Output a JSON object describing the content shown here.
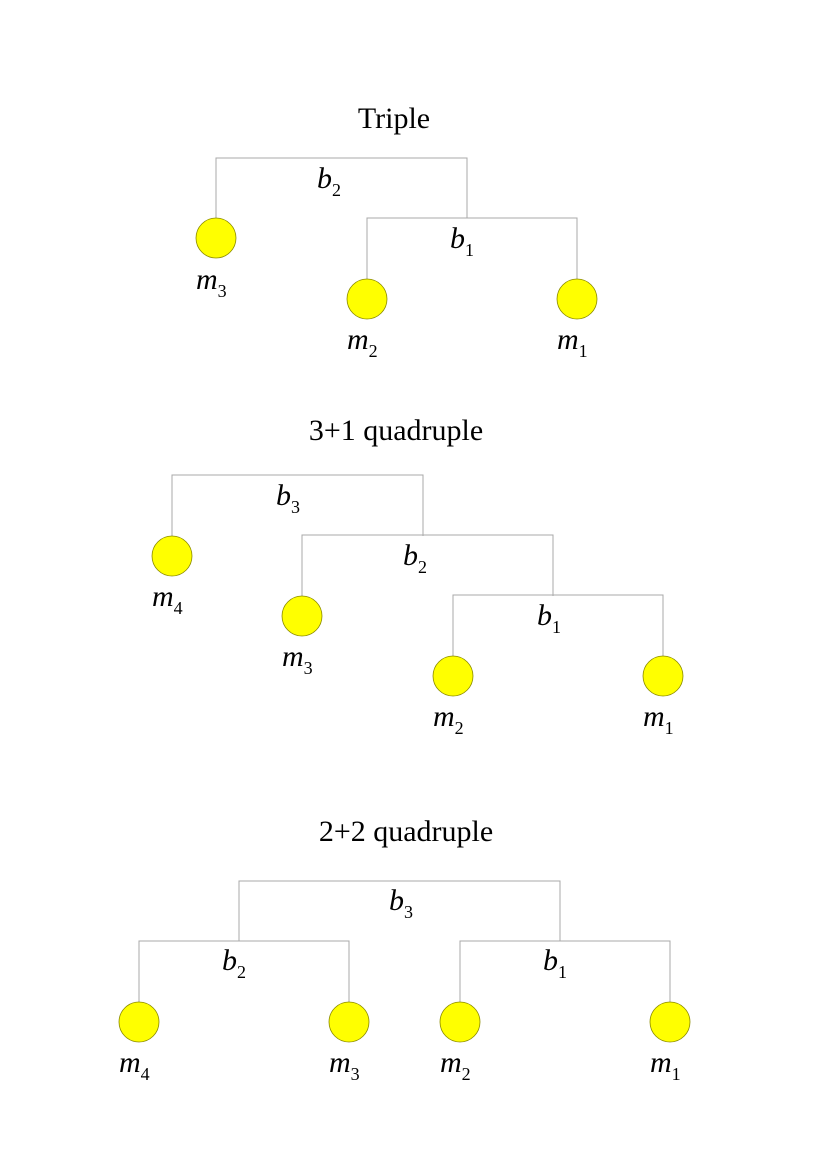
{
  "diagrams": [
    {
      "title": "Triple",
      "binaries": [
        {
          "base": "b",
          "sub": "2"
        },
        {
          "base": "b",
          "sub": "1"
        }
      ],
      "stars": [
        {
          "base": "m",
          "sub": "3"
        },
        {
          "base": "m",
          "sub": "2"
        },
        {
          "base": "m",
          "sub": "1"
        }
      ]
    },
    {
      "title": "3+1 quadruple",
      "binaries": [
        {
          "base": "b",
          "sub": "3"
        },
        {
          "base": "b",
          "sub": "2"
        },
        {
          "base": "b",
          "sub": "1"
        }
      ],
      "stars": [
        {
          "base": "m",
          "sub": "4"
        },
        {
          "base": "m",
          "sub": "3"
        },
        {
          "base": "m",
          "sub": "2"
        },
        {
          "base": "m",
          "sub": "1"
        }
      ]
    },
    {
      "title": "2+2 quadruple",
      "binaries": [
        {
          "base": "b",
          "sub": "3"
        },
        {
          "base": "b",
          "sub": "2"
        },
        {
          "base": "b",
          "sub": "1"
        }
      ],
      "stars": [
        {
          "base": "m",
          "sub": "4"
        },
        {
          "base": "m",
          "sub": "3"
        },
        {
          "base": "m",
          "sub": "2"
        },
        {
          "base": "m",
          "sub": "1"
        }
      ]
    }
  ],
  "colors": {
    "star_fill": "#ffff00",
    "connector": "#a8a8a8"
  }
}
